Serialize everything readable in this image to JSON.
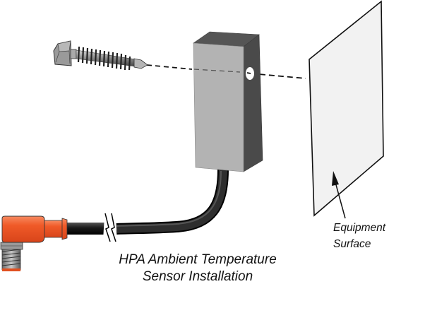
{
  "diagram": {
    "title_lines": [
      "HPA Ambient Temperature",
      "Sensor Installation"
    ],
    "components": {
      "screw": "self-drilling hex-head screw",
      "sensor": "ambient temperature sensor housing",
      "cable": "sensor cable (shown shortened with break marks)",
      "connector": "right-angle orange M12 connector",
      "surface": "equipment surface panel"
    },
    "callout": {
      "lines": [
        "Equipment",
        "Surface"
      ]
    },
    "colors": {
      "sensor_front": "#b3b3b3",
      "sensor_side": "#4d4d4d",
      "sensor_top": "#555555",
      "cable": "#1e1e1e",
      "connector": "#f05a28",
      "panel_fill": "#f2f2f2",
      "outline": "#111111"
    }
  }
}
